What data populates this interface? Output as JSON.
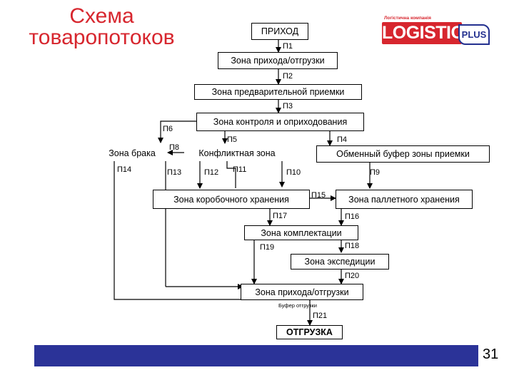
{
  "title": {
    "line1": "Схема",
    "line2": "товаропотоков"
  },
  "logo": {
    "tagline": "Логістична компанія",
    "main": "LOGISTIC",
    "plus": "PLUS"
  },
  "boxes": {
    "prihod": "ПРИХОД",
    "zona_prihoda_1": "Зона прихода/отгрузки",
    "predv_priemka": "Зона предварительной приемки",
    "kontrol": "Зона контроля и оприходования",
    "braka": "Зона брака",
    "konflikt": "Конфликтная зона",
    "bufer_priemki": "Обменный буфер зоны приемки",
    "korob": "Зона коробочного хранения",
    "pallet": "Зона паллетного хранения",
    "komplekt": "Зона комплектации",
    "ekspedicii": "Зона экспедиции",
    "zona_prihoda_2": "Зона прихода/отгрузки",
    "bufer_otgruzki": "Буфер отгрузки",
    "otgruzka": "ОТГРУЗКА"
  },
  "flows": {
    "p1": "П1",
    "p2": "П2",
    "p3": "П3",
    "p4": "П4",
    "p5": "П5",
    "p6": "П6",
    "p8": "П8",
    "p9": "П9",
    "p10": "П10",
    "p11": "П11",
    "p12": "П12",
    "p13": "П13",
    "p14": "П14",
    "p15": "П15",
    "p16": "П16",
    "p17": "П17",
    "p18": "П18",
    "p19": "П19",
    "p20": "П20",
    "p21": "П21"
  },
  "footer": {
    "page_number": "31"
  },
  "colors": {
    "title": "#d7262e",
    "footer_bar": "#2b3398",
    "logo_red": "#d7262e",
    "logo_blue": "#23308f"
  }
}
